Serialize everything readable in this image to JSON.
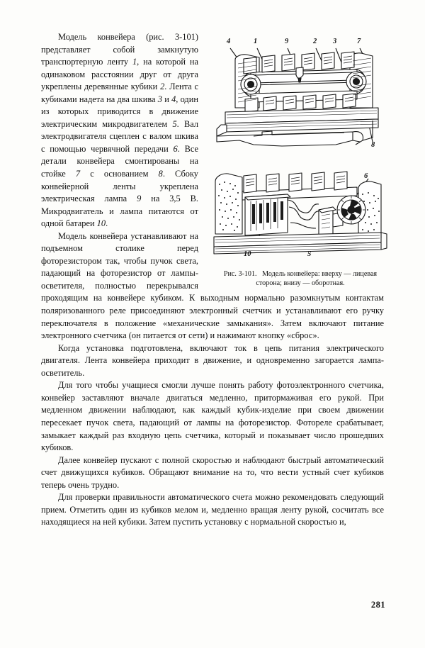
{
  "page": {
    "number": "281",
    "language": "ru"
  },
  "figure": {
    "caption_label": "Рис. 3-101.",
    "caption_text": "Модель конвейера: вверху — лицевая сторона; внизу — оборотная.",
    "top_callouts": [
      "4",
      "1",
      "9",
      "2",
      "3",
      "7",
      "8"
    ],
    "bottom_callouts": [
      "6",
      "10",
      "5"
    ],
    "callouts": {
      "t4": "4",
      "t1": "1",
      "t9": "9",
      "t2": "2",
      "t3": "3",
      "t7": "7",
      "t8": "8",
      "b6": "6",
      "b10": "10",
      "b5": "5"
    }
  },
  "text": {
    "p1_a": "Модель конвейера (рис. 3-101) представляет собой замкнутую транспортерную ленту ",
    "p1_i1": "1",
    "p1_b": ", на которой на одинаковом расстоянии друг от друга укреплены деревянные кубики ",
    "p1_i2": "2",
    "p1_c": ". Лента с кубиками надета на два шкива ",
    "p1_i3": "3",
    "p1_d": " и ",
    "p1_i4": "4",
    "p1_e": ", один из которых приводится в движение электрическим микродвигателем ",
    "p1_i5": "5",
    "p1_f": ". Вал электродвигателя сцеплен с валом шкива с помощью червячной передачи ",
    "p1_i6": "6",
    "p1_g": ". Все детали конвейера смонтированы на стойке ",
    "p1_i7": "7",
    "p1_h": " с основанием ",
    "p1_i8": "8",
    "p1_j": ". Сбоку конвейерной ленты укреплена электрическая лампа ",
    "p1_i9": "9",
    "p1_k": " на 3,5 В. Микродвигатель и лампа питаются от одной батареи ",
    "p1_i10": "10",
    "p1_l": ".",
    "p2": "Модель конвейера устанавливают на подъемном столике перед фоторезистором так, чтобы пучок света, падающий на фоторезистор от лампы-осветителя, полностью перекрывался проходящим на конвейере кубиком. К выходным нормально разомкнутым контактам поляризованного реле присоединяют электронный счетчик и устанавливают его ручку переключателя в положение «механические замыкания». Затем включают питание электронного счетчика (он питается от сети) и нажимают кнопку «сброс».",
    "p3": "Когда установка подготовлена, включают ток в цепь питания электрического двигателя. Лента конвейера приходит в движение, и одновременно загорается лампа-осветитель.",
    "p4": "Для того чтобы учащиеся смогли лучше понять работу фотоэлектронного счетчика, конвейер заставляют вначале двигаться медленно, притормаживая его рукой. При медленном движении наблюдают, как каждый кубик-изделие при своем движении пересекает пучок света, падающий от лампы на фоторезистор. Фотореле срабатывает, замыкает каждый раз входную цепь счетчика, который и показывает число прошедших кубиков.",
    "p5": "Далее конвейер пускают с полной скоростью и наблюдают быстрый автоматический счет движущихся кубиков. Обращают внимание на то, что вести устный счет кубиков теперь очень трудно.",
    "p6": "Для проверки правильности автоматического счета можно рекомендовать следующий прием. Отметить один из кубиков мелом и, медленно вращая ленту рукой, сосчитать все находящиеся на ней кубики. Затем пустить установку с нормальной скоростью и,"
  }
}
